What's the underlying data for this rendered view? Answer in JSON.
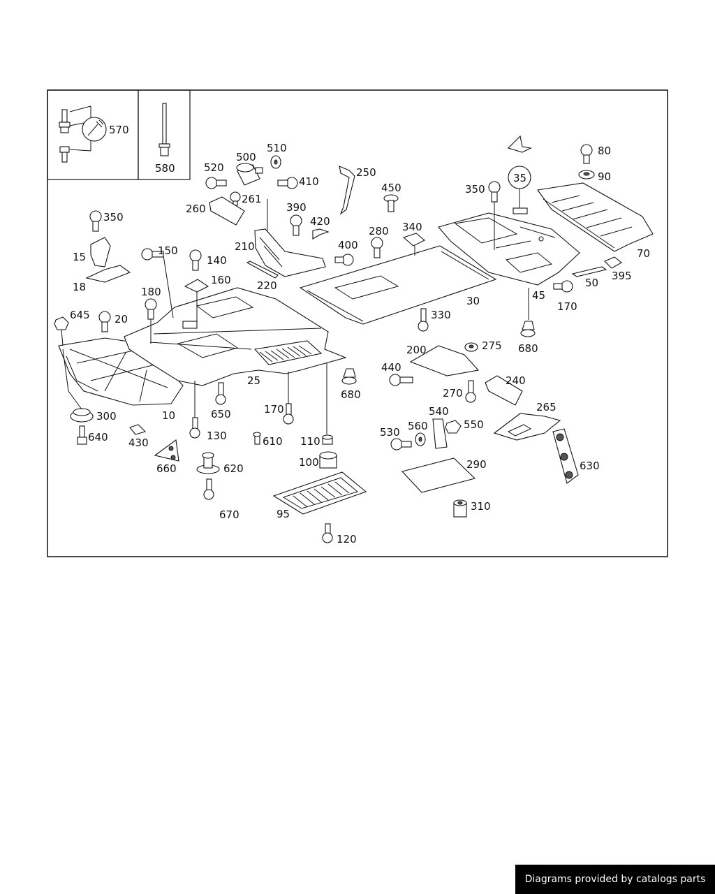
{
  "footer": {
    "credit": "Diagrams provided by catalogs parts"
  },
  "colors": {
    "line": "#111111",
    "background": "#ffffff",
    "badge_bg": "#000000",
    "badge_text": "#ffffff"
  },
  "labels": {
    "l570": "570",
    "l580": "580",
    "l520": "520",
    "l500": "500",
    "l510": "510",
    "l410": "410",
    "l261": "261",
    "l260": "260",
    "l250": "250",
    "l450": "450",
    "l350a": "350",
    "l35": "35",
    "l80": "80",
    "l90": "90",
    "l350b": "350",
    "l390": "390",
    "l420": "420",
    "l210": "210",
    "l280": "280",
    "l340": "340",
    "l400": "400",
    "l150": "150",
    "l15": "15",
    "l140": "140",
    "l18": "18",
    "l220": "220",
    "l160": "160",
    "l70": "70",
    "l395": "395",
    "l50": "50",
    "l170a": "170",
    "l45": "45",
    "l30": "30",
    "l180": "180",
    "l645": "645",
    "l20": "20",
    "l330": "330",
    "l680a": "680",
    "l275": "275",
    "l200": "200",
    "l440": "440",
    "l25": "25",
    "l680b": "680",
    "l240": "240",
    "l270": "270",
    "l300": "300",
    "l10": "10",
    "l650": "650",
    "l170b": "170",
    "l265": "265",
    "l540": "540",
    "l640": "640",
    "l430": "430",
    "l130": "130",
    "l610": "610",
    "l110": "110",
    "l530": "530",
    "l560": "560",
    "l550": "550",
    "l660": "660",
    "l620": "620",
    "l100": "100",
    "l290": "290",
    "l630": "630",
    "l670": "670",
    "l310": "310",
    "l95": "95",
    "l120": "120"
  }
}
